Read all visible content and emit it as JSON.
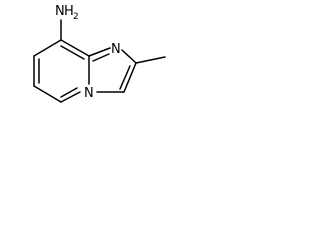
{
  "molecule": {
    "atoms": {
      "amine": {
        "element": "N",
        "hydrogens": "H",
        "hydrogen_count": "2"
      },
      "imidazole_n": {
        "element": "N"
      },
      "bridgehead_n": {
        "element": "N"
      }
    },
    "colors": {
      "bond": "#000000",
      "label": "#000000",
      "background": "#ffffff"
    }
  }
}
